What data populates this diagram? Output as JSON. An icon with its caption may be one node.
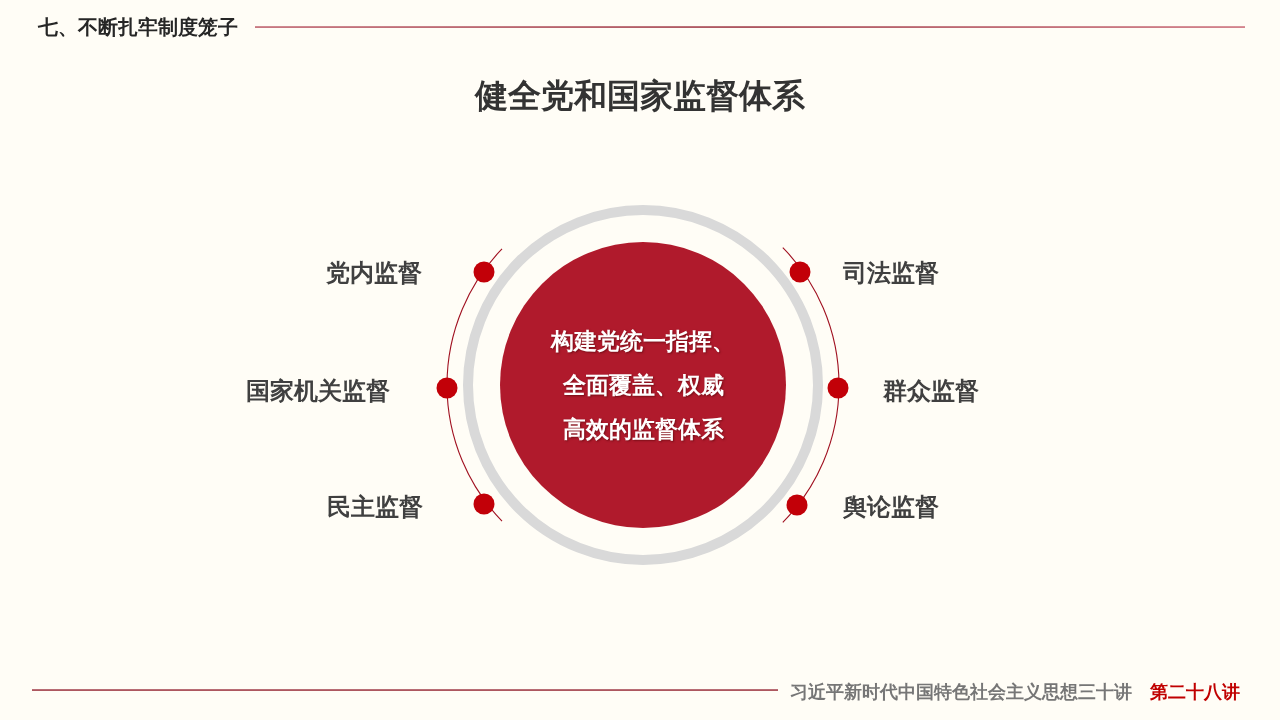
{
  "diagram": {
    "title": "健全党和国家监督体系",
    "nodes": [
      {
        "text": [
          "构建党统一指挥、全面覆盖、权威高效的监督体系"
        ]
      }
    ],
    "labels": [
      "七、不断扎牢制度笼子",
      "党内监督",
      "司法监督",
      "国家机关监督",
      "群众监督",
      "民主监督",
      "舆论监督",
      "习近平新时代中国特色社会主义思想三十讲",
      "第二十八讲"
    ]
  }
}
